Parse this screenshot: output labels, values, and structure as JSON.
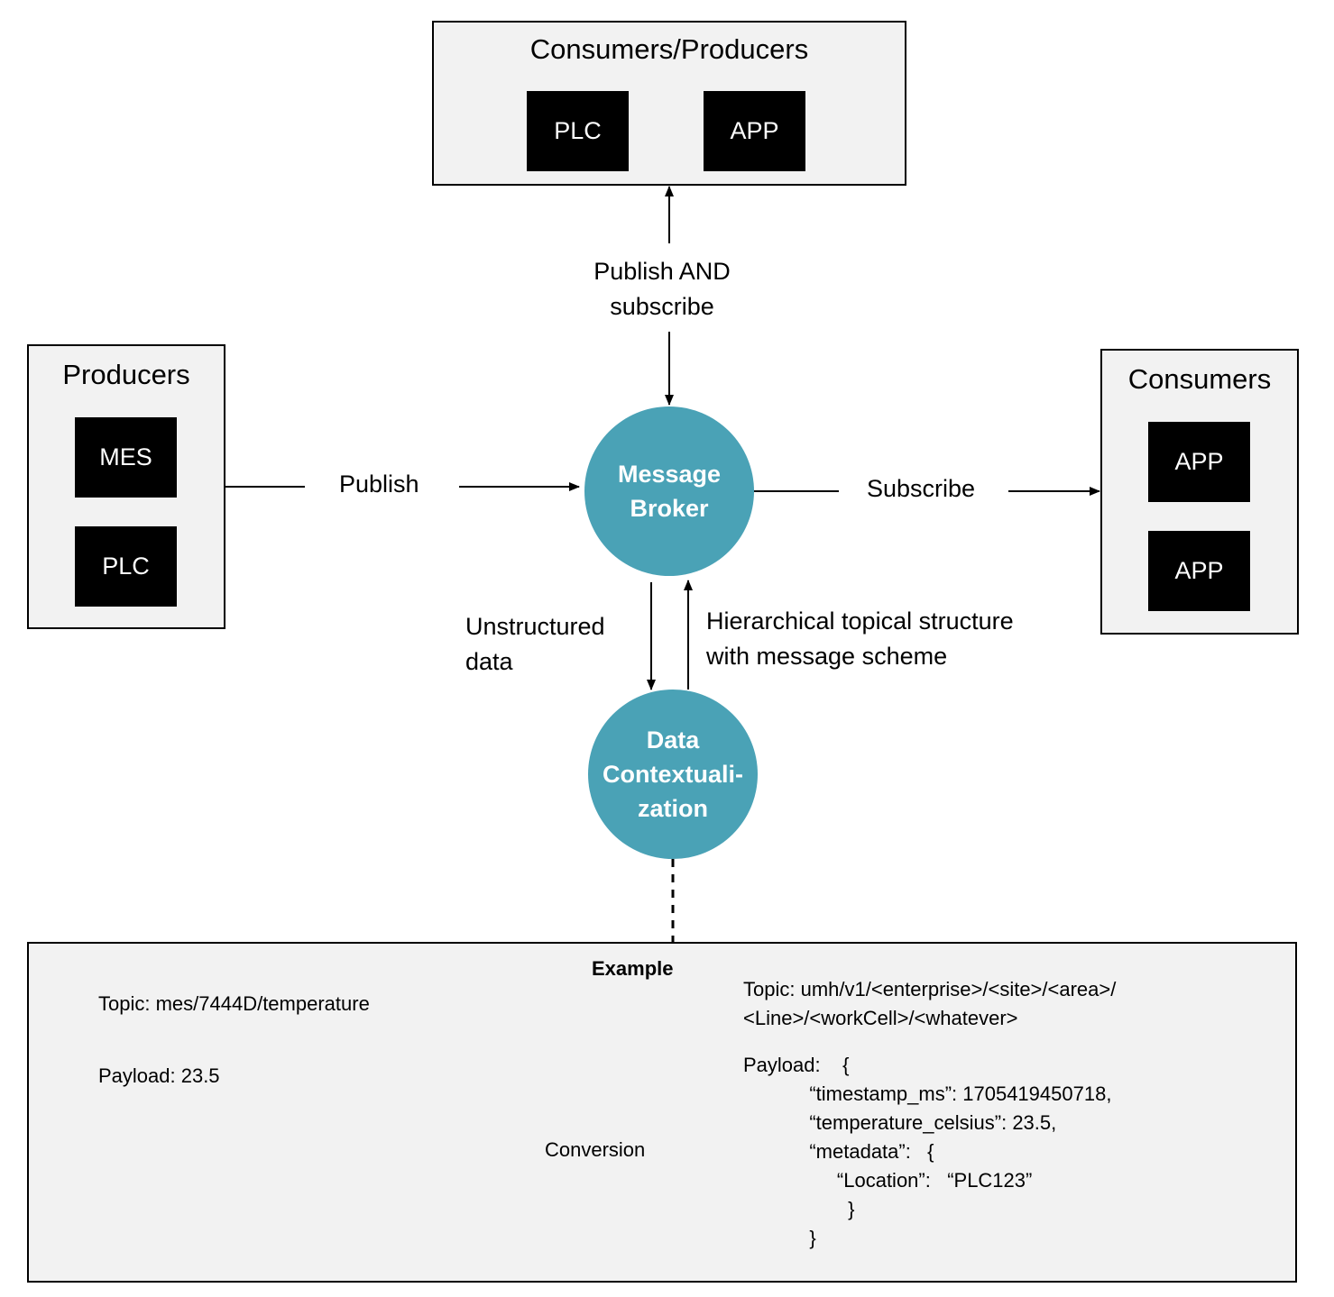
{
  "top_box": {
    "title": "Consumers/Producers",
    "items": [
      "PLC",
      "APP"
    ]
  },
  "left_box": {
    "title": "Producers",
    "items": [
      "MES",
      "PLC"
    ]
  },
  "right_box": {
    "title": "Consumers",
    "items": [
      "APP",
      "APP"
    ]
  },
  "broker": {
    "line1": "Message",
    "line2": "Broker"
  },
  "context": {
    "line1": "Data",
    "line2": "Contextuali-",
    "line3": "zation"
  },
  "edges": {
    "publish": "Publish",
    "subscribe": "Subscribe",
    "pubsub_line1": "Publish AND",
    "pubsub_line2": "subscribe",
    "unstructured_line1": "Unstructured",
    "unstructured_line2": "data",
    "hier_line1": "Hierarchical topical structure",
    "hier_line2": "with message scheme"
  },
  "example": {
    "title": "Example",
    "left_topic": "Topic: mes/7444D/temperature",
    "left_payload": "Payload: 23.5",
    "conversion": "Conversion",
    "right_topic_line1": "Topic: umh/v1/<enterprise>/<site>/<area>/",
    "right_topic_line2": "<Line>/<workCell>/<whatever>",
    "payload_lines": [
      "Payload:    {",
      "            “timestamp_ms”: 1705419450718,",
      "            “temperature_celsius”: 23.5,",
      "            “metadata”:   {",
      "                 “Location”:   “PLC123”",
      "                   }",
      "            }"
    ]
  },
  "colors": {
    "node": "#4aa2b6",
    "box_fill": "#f2f2f2",
    "chip": "#000000"
  }
}
